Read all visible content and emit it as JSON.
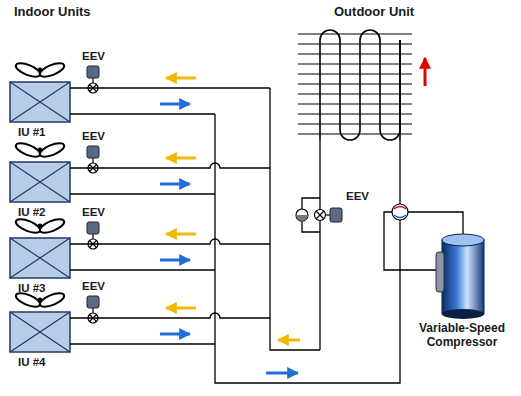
{
  "diagram": {
    "labels": [
      "Indoor Units",
      "Outdoor Unit",
      "EEV",
      "IU #1",
      "EEV",
      "IU #2",
      "EEV",
      "IU #3",
      "EEV",
      "IU #4",
      "EEV",
      "Variable-Speed Compressor"
    ]
  }
}
